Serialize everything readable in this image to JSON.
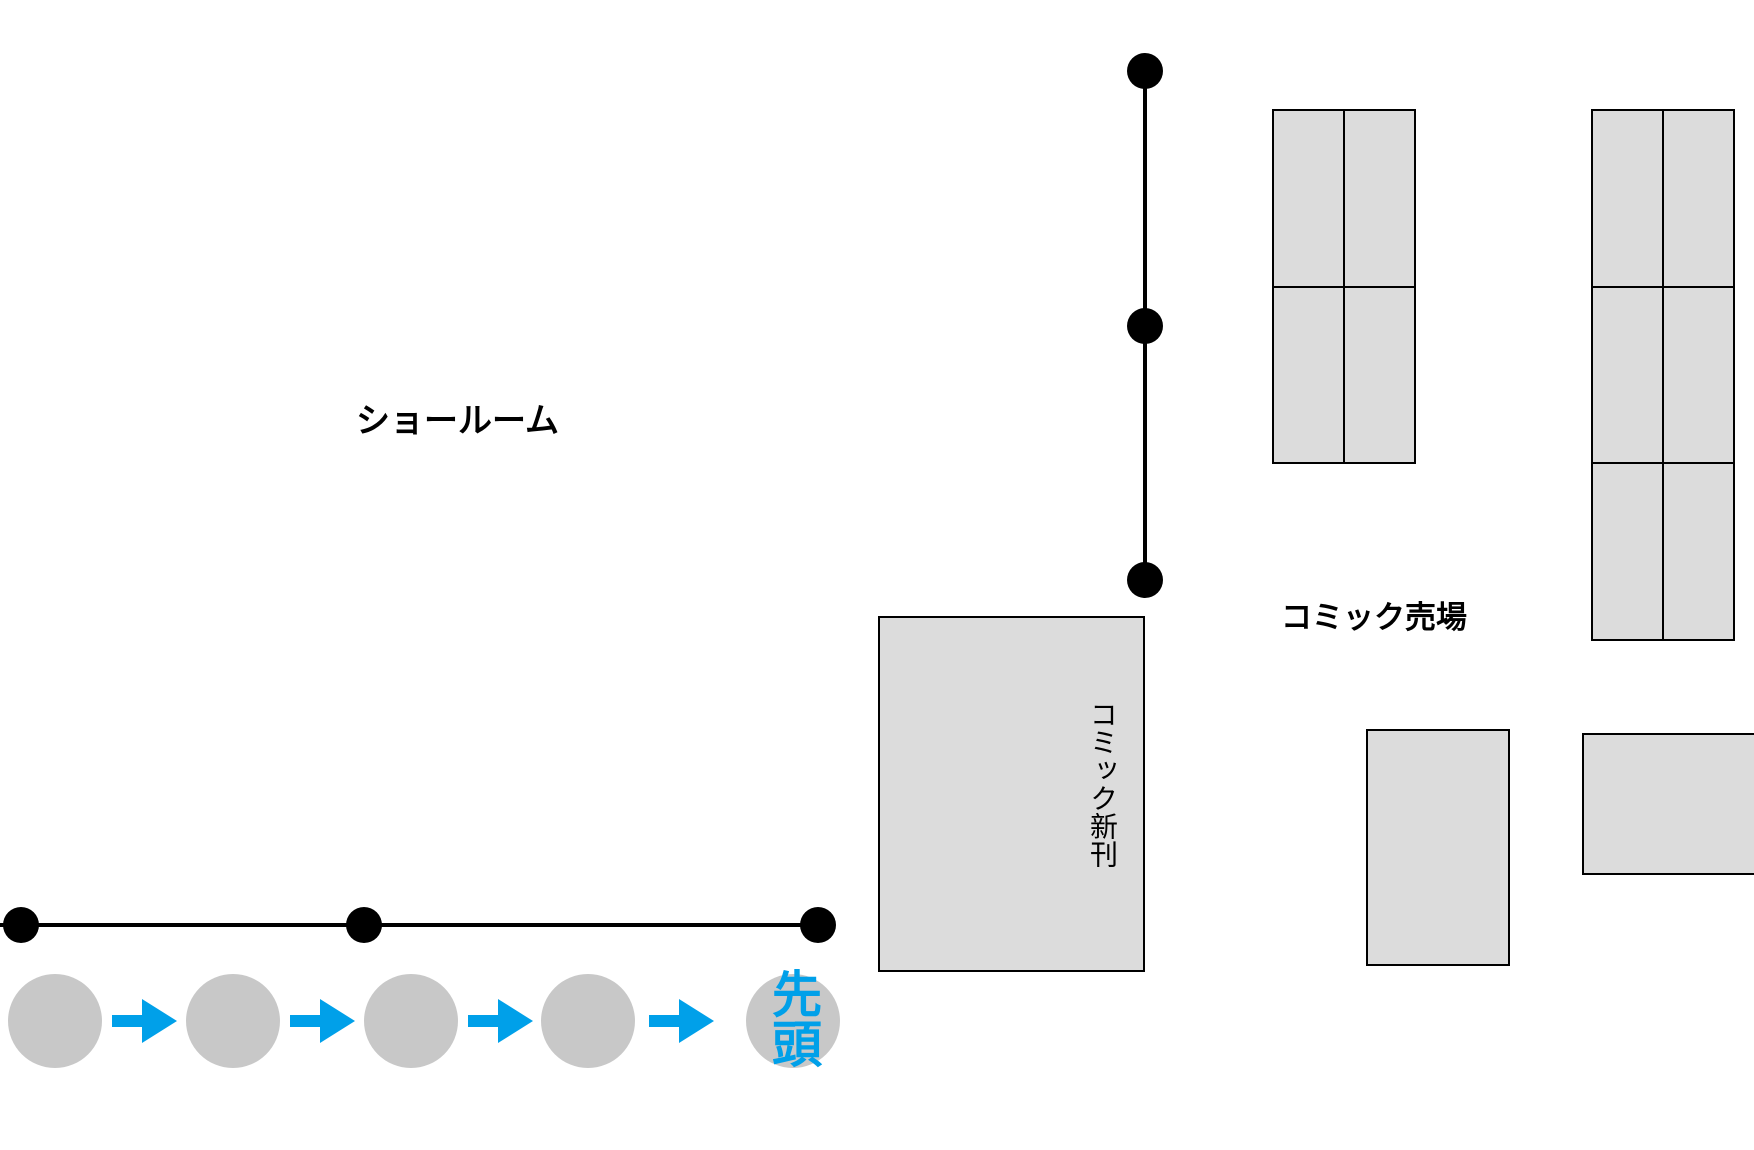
{
  "labels": {
    "showroom": "ショールーム",
    "comic_area": "コミック売場",
    "comic_new": "コミック新刊",
    "queue_head": "先頭"
  },
  "colors": {
    "accent": "#00a0e9",
    "shelf_fill": "#dcdcdc",
    "person": "#c8c8c8",
    "line": "#000000"
  }
}
